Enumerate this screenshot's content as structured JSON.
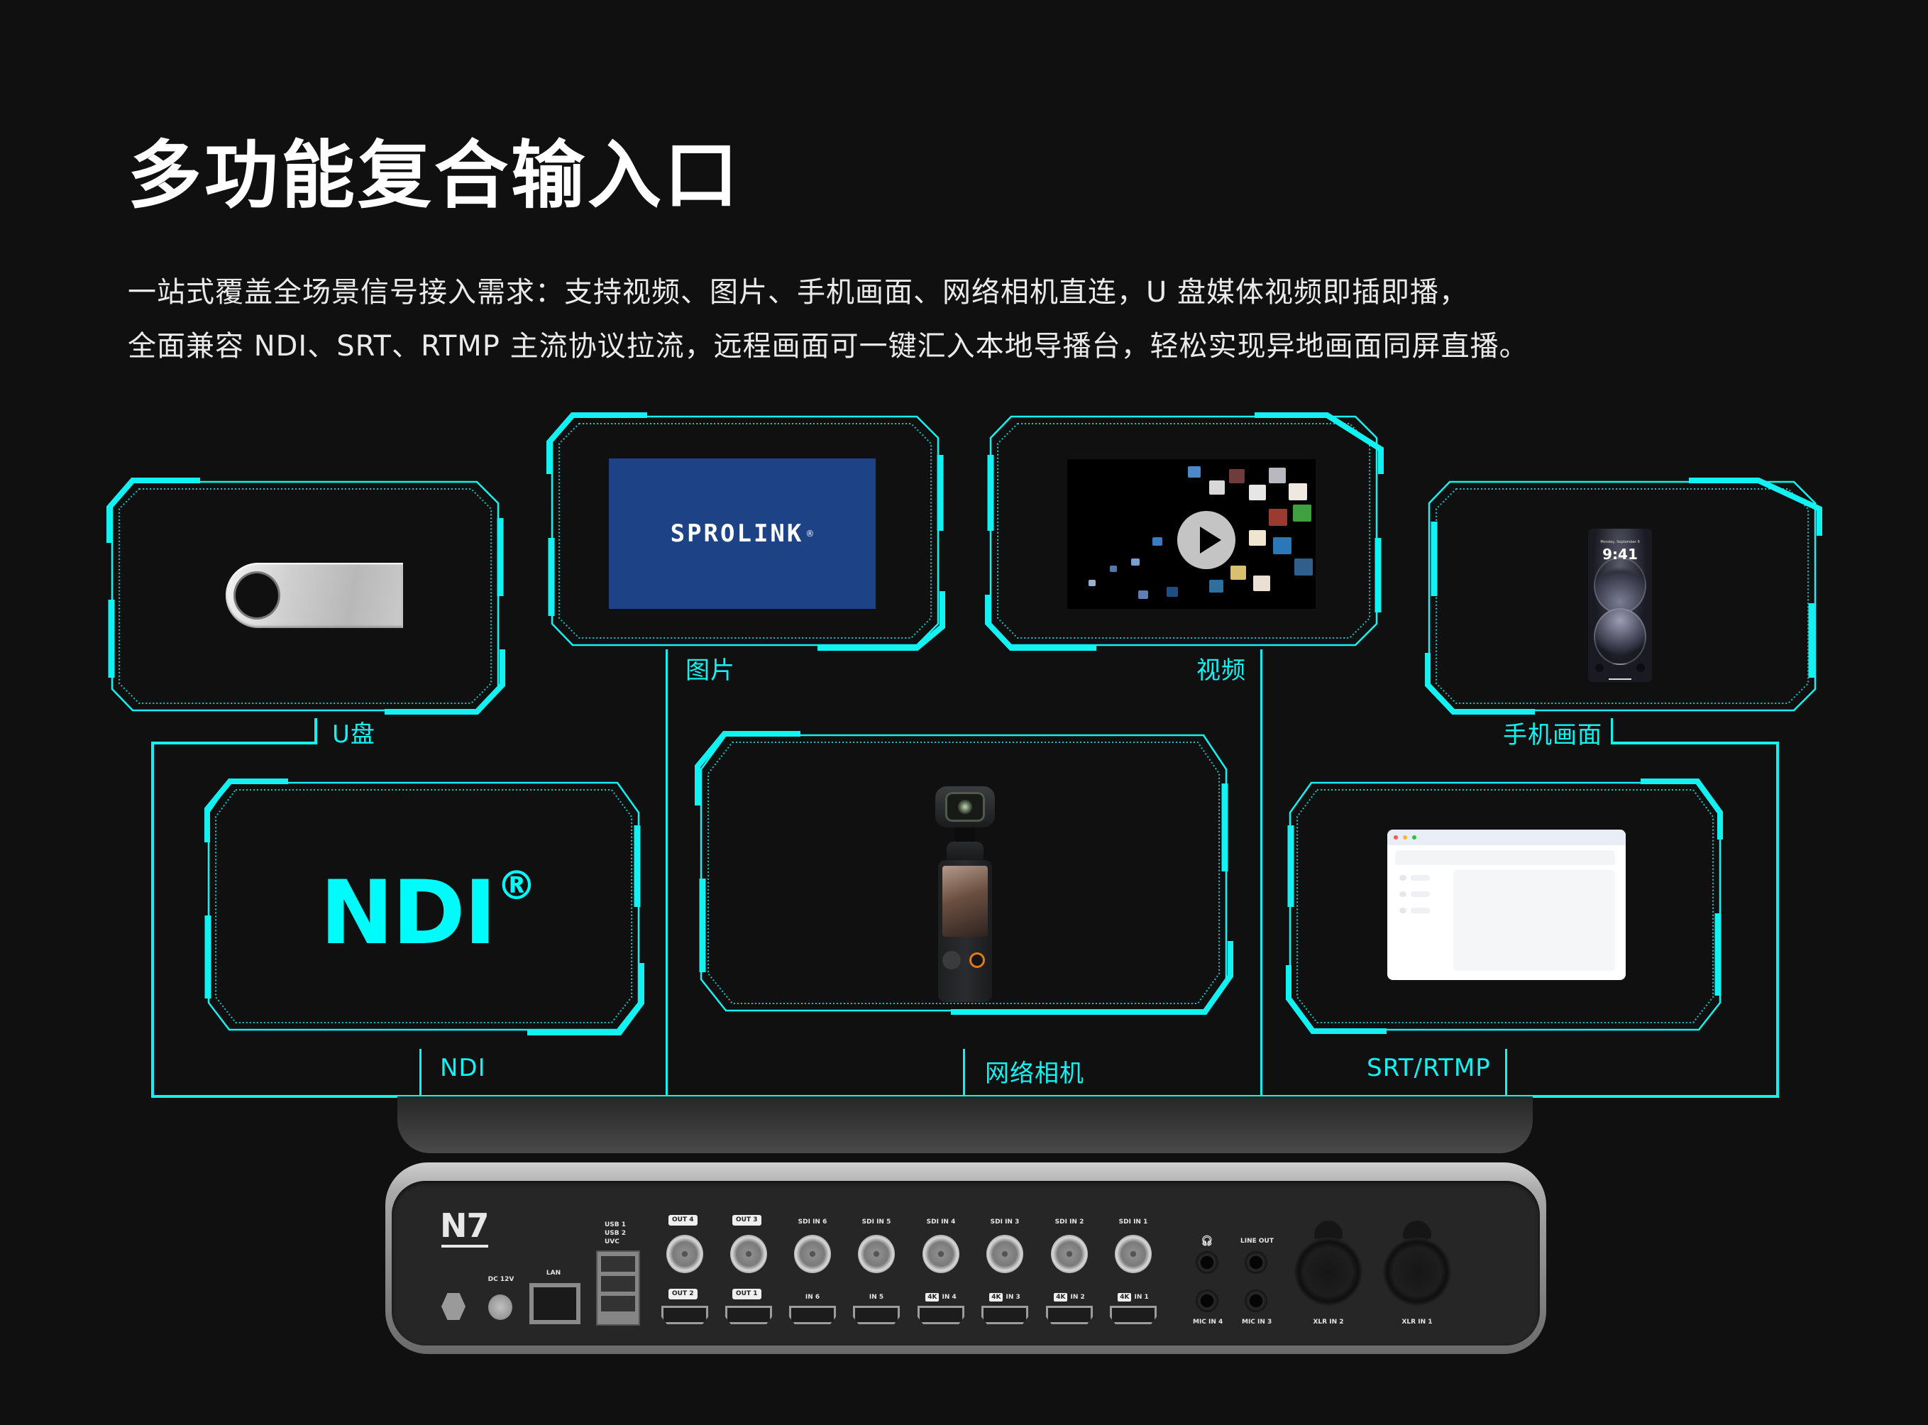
{
  "header": {
    "title": "多功能复合输入口",
    "description_line1": "一站式覆盖全场景信号接入需求：支持视频、图片、手机画面、网络相机直连，U 盘媒体视频即插即播，",
    "description_line2": "全面兼容 NDI、SRT、RTMP 主流协议拉流，远程画面可一键汇入本地导播台，轻松实现异地画面同屏直播。"
  },
  "colors": {
    "accent": "#12f2f2",
    "background": "#101010",
    "sprolink_blue": "#1d4386"
  },
  "inputs": [
    {
      "id": "usb",
      "label": "U盘",
      "content": "usb-flash-drive-image"
    },
    {
      "id": "image",
      "label": "图片",
      "content": "sprolink-logo-image",
      "logo_text": "SPROLINK",
      "logo_mark": "®"
    },
    {
      "id": "video",
      "label": "视频",
      "content": "video-wall-with-play-button"
    },
    {
      "id": "phone",
      "label": "手机画面",
      "content": "phone-lockscreen",
      "phone_date": "Monday, September 9",
      "phone_time": "9:41"
    },
    {
      "id": "ndi",
      "label": "NDI",
      "content": "ndi-logo",
      "logo_text": "NDI",
      "logo_mark": "®"
    },
    {
      "id": "network_camera",
      "label": "网络相机",
      "content": "pocket-gimbal-camera"
    },
    {
      "id": "srt_rtmp",
      "label": "SRT/RTMP",
      "content": "browser-window-mockup"
    }
  ],
  "device": {
    "model": "N7",
    "ports": {
      "power": "DC 12V",
      "lan": "LAN",
      "usb": [
        "USB 1",
        "USB 2",
        "UVC"
      ],
      "sdi_outputs": [
        "OUT 4",
        "OUT 3"
      ],
      "hdmi_outputs": [
        "OUT 2",
        "OUT 1"
      ],
      "sdi_inputs": [
        "SDI IN 6",
        "SDI IN 5",
        "SDI IN 4",
        "SDI IN 3",
        "SDI IN 2",
        "SDI IN 1"
      ],
      "hdmi_inputs": [
        {
          "label": "IN 6",
          "badge": ""
        },
        {
          "label": "IN 5",
          "badge": ""
        },
        {
          "label": "IN 4",
          "badge": "4K"
        },
        {
          "label": "IN 3",
          "badge": "4K"
        },
        {
          "label": "IN 2",
          "badge": "4K"
        },
        {
          "label": "IN 1",
          "badge": "4K"
        }
      ],
      "audio_top": [
        "headphone-icon",
        "LINE OUT"
      ],
      "audio_bottom": [
        "MIC IN 4",
        "MIC IN 3"
      ],
      "xlr": [
        "XLR IN 2",
        "XLR IN 1"
      ]
    }
  }
}
